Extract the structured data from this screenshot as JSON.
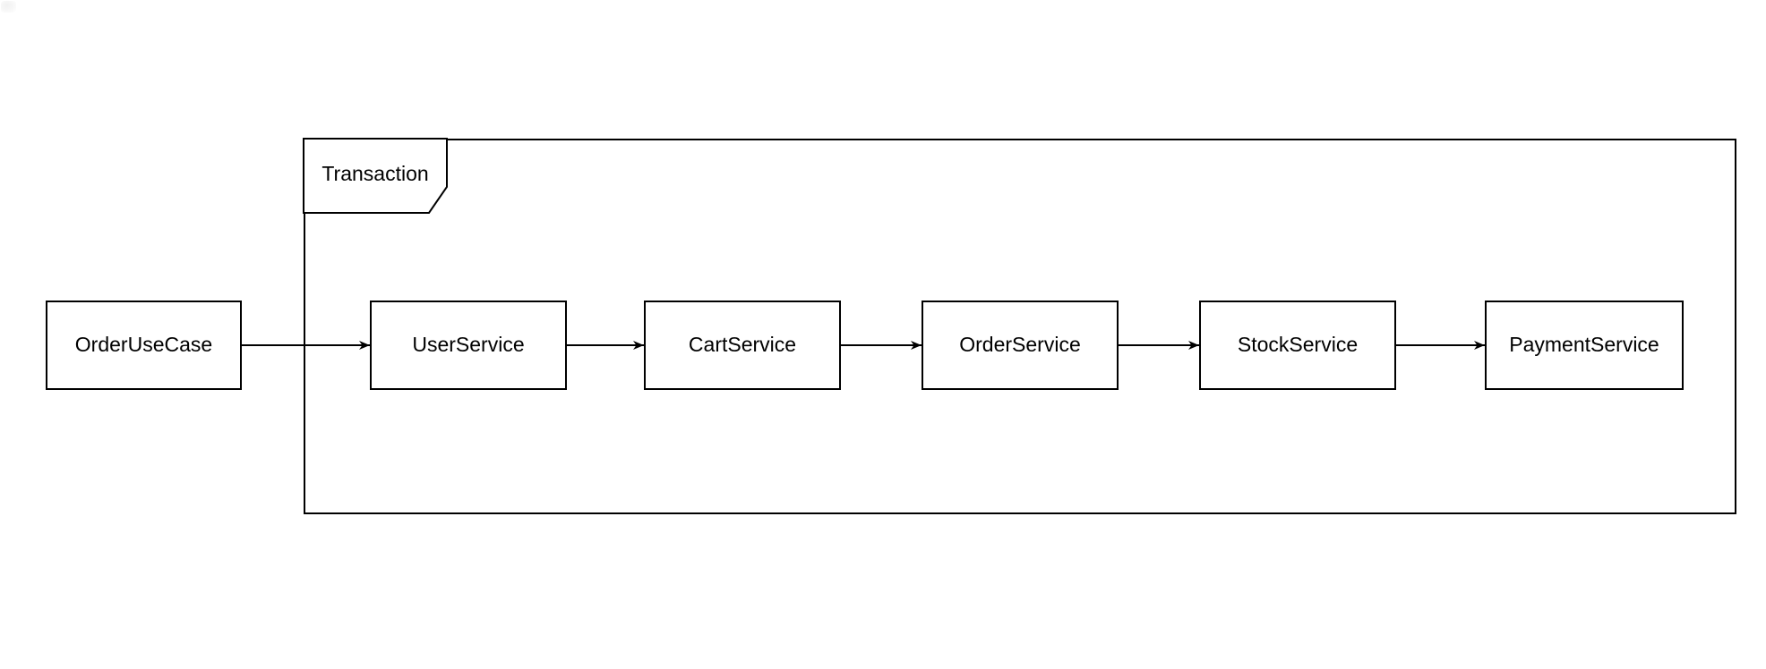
{
  "frame": {
    "label": "Transaction"
  },
  "nodes": [
    {
      "label": "OrderUseCase"
    },
    {
      "label": "UserService"
    },
    {
      "label": "CartService"
    },
    {
      "label": "OrderService"
    },
    {
      "label": "StockService"
    },
    {
      "label": "PaymentService"
    }
  ],
  "edges": [
    {
      "from": "OrderUseCase",
      "to": "UserService"
    },
    {
      "from": "UserService",
      "to": "CartService"
    },
    {
      "from": "CartService",
      "to": "OrderService"
    },
    {
      "from": "OrderService",
      "to": "StockService"
    },
    {
      "from": "StockService",
      "to": "PaymentService"
    }
  ],
  "colors": {
    "stroke": "#000000",
    "shape_fill": "#ffffff",
    "text": "#000000",
    "background": "#ffffff"
  }
}
